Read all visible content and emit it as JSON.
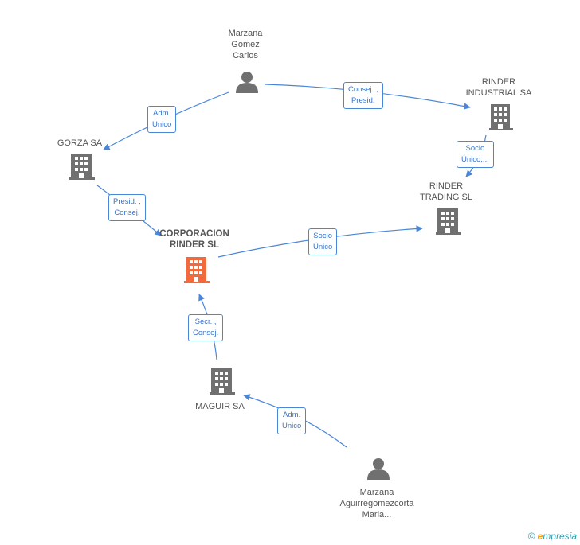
{
  "nodes": {
    "marzana_gomez": {
      "label_lines": [
        "Marzana",
        "Gomez",
        "Carlos"
      ]
    },
    "rinder_industrial": {
      "label_lines": [
        "RINDER",
        "INDUSTRIAL SA"
      ]
    },
    "gorza": {
      "label_lines": [
        "GORZA SA"
      ]
    },
    "rinder_trading": {
      "label_lines": [
        "RINDER",
        "TRADING SL"
      ]
    },
    "corporacion_rinder": {
      "label_lines": [
        "CORPORACION",
        "RINDER SL"
      ]
    },
    "maguir": {
      "label_lines": [
        "MAGUIR SA"
      ]
    },
    "marzana_aguirre": {
      "label_lines": [
        "Marzana",
        "Aguirregomezcorta",
        "Maria..."
      ]
    }
  },
  "edges": {
    "gomez_to_industrial": [
      "Consej. ,",
      "Presid."
    ],
    "gomez_to_gorza": [
      "Adm.",
      "Unico"
    ],
    "industrial_to_trading": [
      "Socio",
      "Único,..."
    ],
    "gorza_to_corporacion": [
      "Presid. ,",
      "Consej."
    ],
    "corporacion_to_trading": [
      "Socio",
      "Único"
    ],
    "maguir_to_corporacion": [
      "Secr. ,",
      "Consej."
    ],
    "aguirre_to_maguir": [
      "Adm.",
      "Unico"
    ]
  },
  "colors": {
    "edge": "#4a86d8",
    "icon": "#707070",
    "center_icon": "#f26a3c"
  },
  "footer": {
    "copyright": "©",
    "brand_e": "e",
    "brand_rest": "mpresia"
  }
}
